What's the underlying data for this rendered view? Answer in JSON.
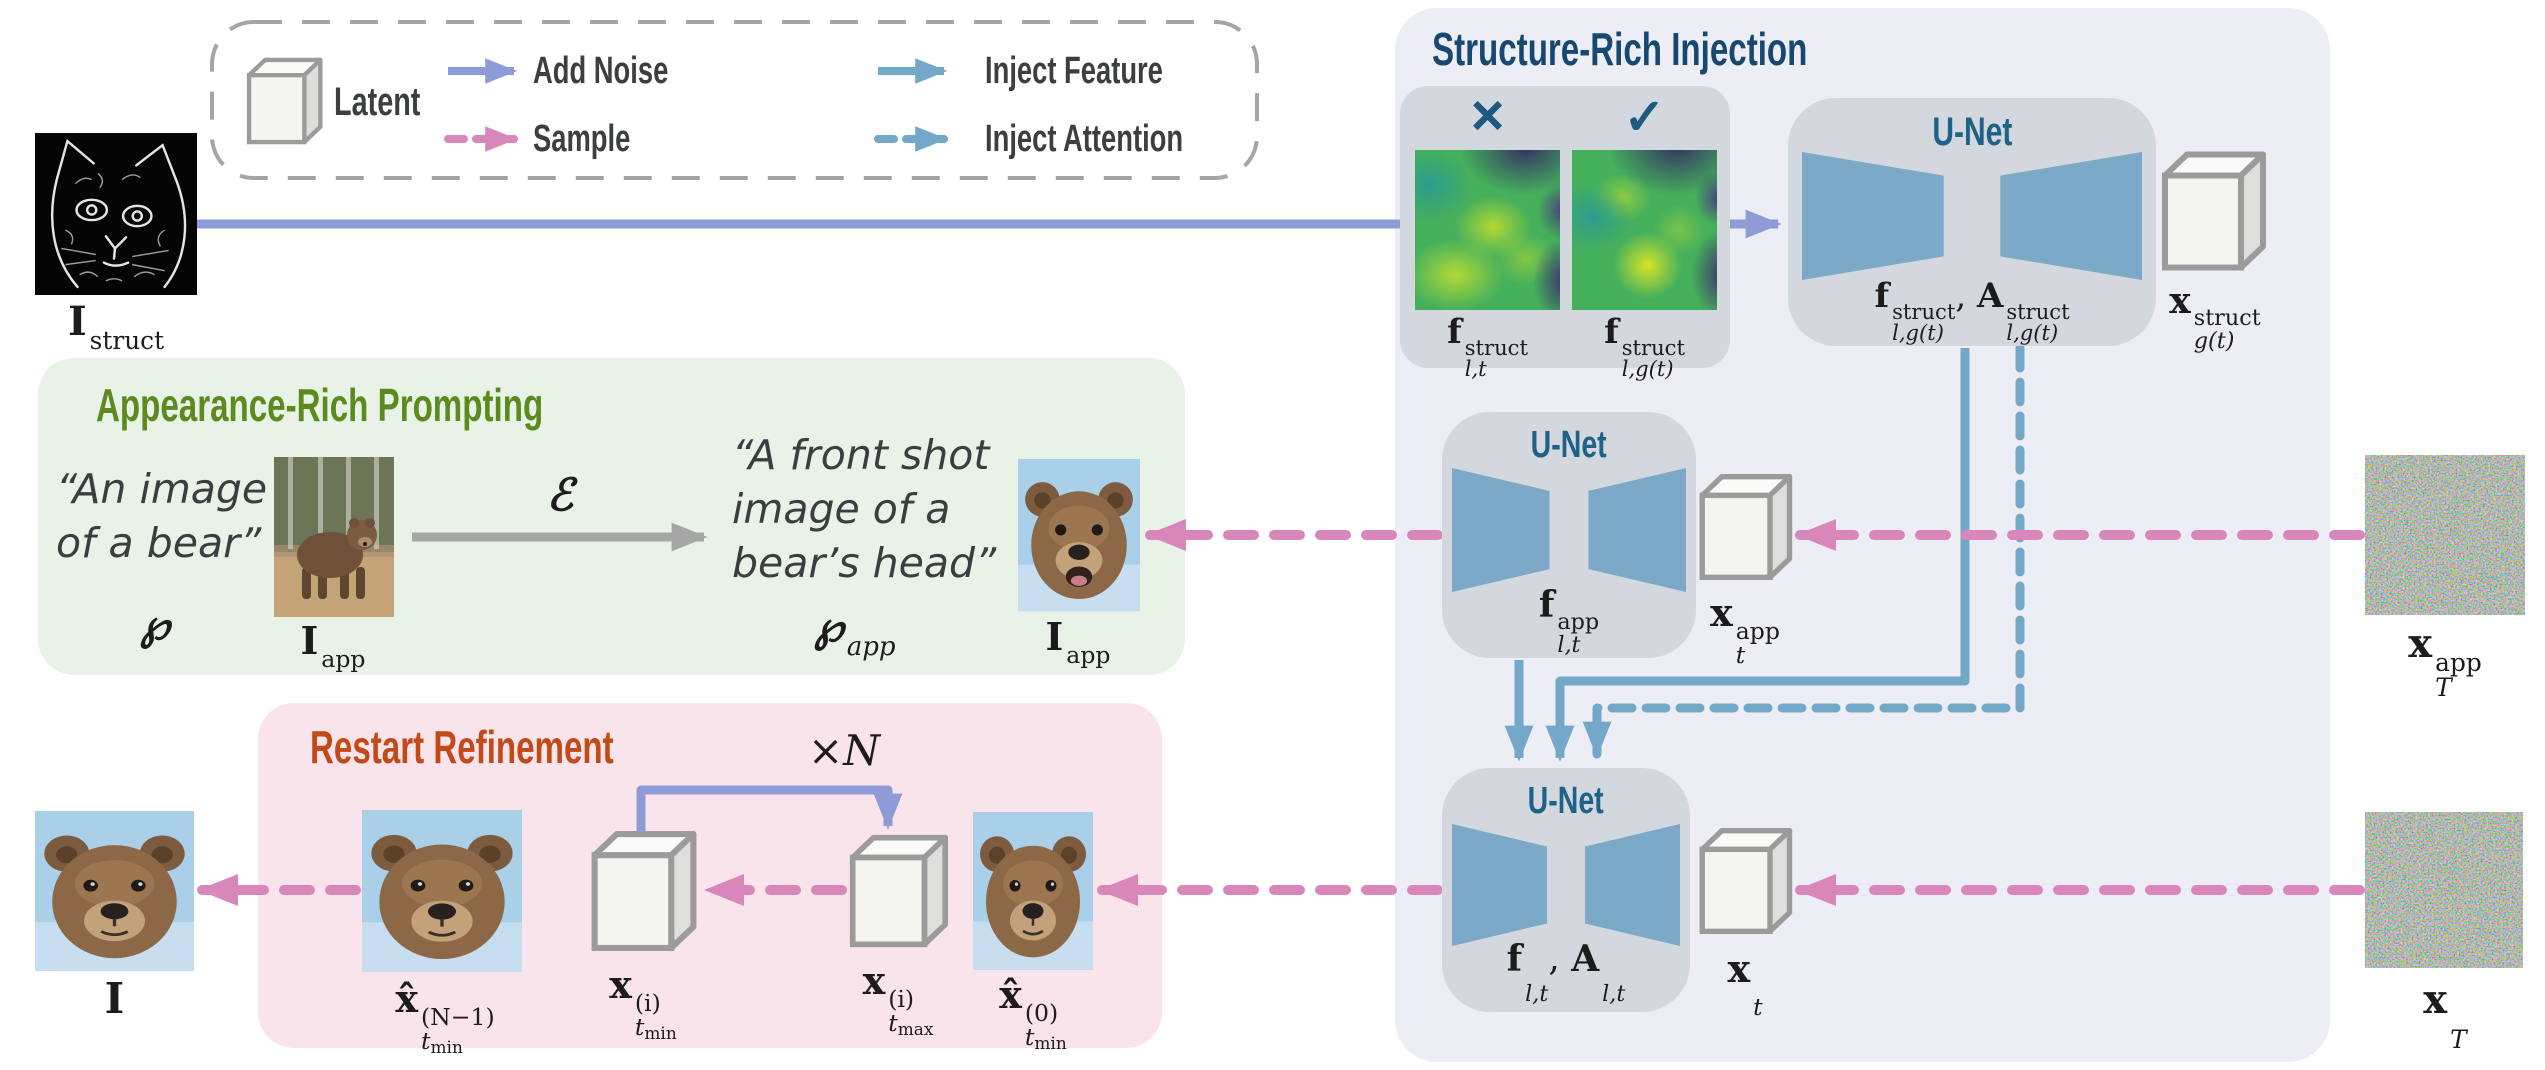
{
  "colors": {
    "panel_bg": "#ecedf5",
    "blob": "#d3d8de",
    "trap": "#7ba9c7",
    "unet_text": "#1e6288",
    "navy": "#17486f",
    "green": "#5c8a1f",
    "green_bg": "#e9f2e6",
    "orange": "#c24a18",
    "pink_bg": "#f8e4ea",
    "add_noise": "#8f9bd7",
    "sample": "#d987ba",
    "inject": "#74a8c8",
    "gray_arrow": "#a6a6a6",
    "ink": "#3c3e41"
  },
  "unet_label": "U-Net",
  "legend": {
    "latent": "Latent",
    "add_noise": "Add Noise",
    "sample": "Sample",
    "inject_feature": "Inject Feature",
    "inject_attention": "Inject Attention"
  },
  "sections": {
    "struct": {
      "title": "Structure-Rich Injection",
      "cross": "×",
      "check": "✓"
    },
    "app": {
      "title": "Appearance-Rich Prompting",
      "prompt_src": "“An image\nof a bear”",
      "prompt_tgt": "“A front shot\nimage of a\nbear’s head”"
    },
    "restart": {
      "title": "Restart Refinement",
      "loop": "×N"
    }
  },
  "math": {
    "comma": ", ",
    "I_struct": {
      "base": "I",
      "sup": "struct"
    },
    "f_lt_struct": {
      "base": "f",
      "sup": "struct",
      "sub": "l,t"
    },
    "f_lgt_struct": {
      "base": "f",
      "sup": "struct",
      "sub": "l,g(t)"
    },
    "A_lgt_struct": {
      "base": "A",
      "sup": "struct",
      "sub": "l,g(t)"
    },
    "x_gt_struct": {
      "base": "x",
      "sup": "struct",
      "sub": "g(t)"
    },
    "f_lt_app": {
      "base": "f",
      "sup": "app",
      "sub": "l,t"
    },
    "x_t_app": {
      "base": "x",
      "sup": "app",
      "sub": "t"
    },
    "x_T_app": {
      "base": "x",
      "sup": "app",
      "sub": "T"
    },
    "f_lt": {
      "base": "f",
      "sub": "l,t"
    },
    "A_lt": {
      "base": "A",
      "sub": "l,t"
    },
    "x_t": {
      "base": "x",
      "sub": "t"
    },
    "x_T": {
      "base": "x",
      "sub": "T"
    },
    "P": {
      "base": "℘"
    },
    "P_app": {
      "base": "℘",
      "sup": "app"
    },
    "E": {
      "base": "ℰ"
    },
    "I_app": {
      "base": "I",
      "sup": "app"
    },
    "I": {
      "base": "I"
    },
    "xhat_N1": {
      "base": "x̂",
      "sup": "(N−1)",
      "sub": "t",
      "subsub": "min"
    },
    "x_tmin_i": {
      "base": "x",
      "sup": "(i)",
      "sub": "t",
      "subsub": "min"
    },
    "x_tmax_i": {
      "base": "x",
      "sup": "(i)",
      "sub": "t",
      "subsub": "max"
    },
    "xhat_0": {
      "base": "x̂",
      "sup": "(0)",
      "sub": "t",
      "subsub": "min"
    }
  }
}
